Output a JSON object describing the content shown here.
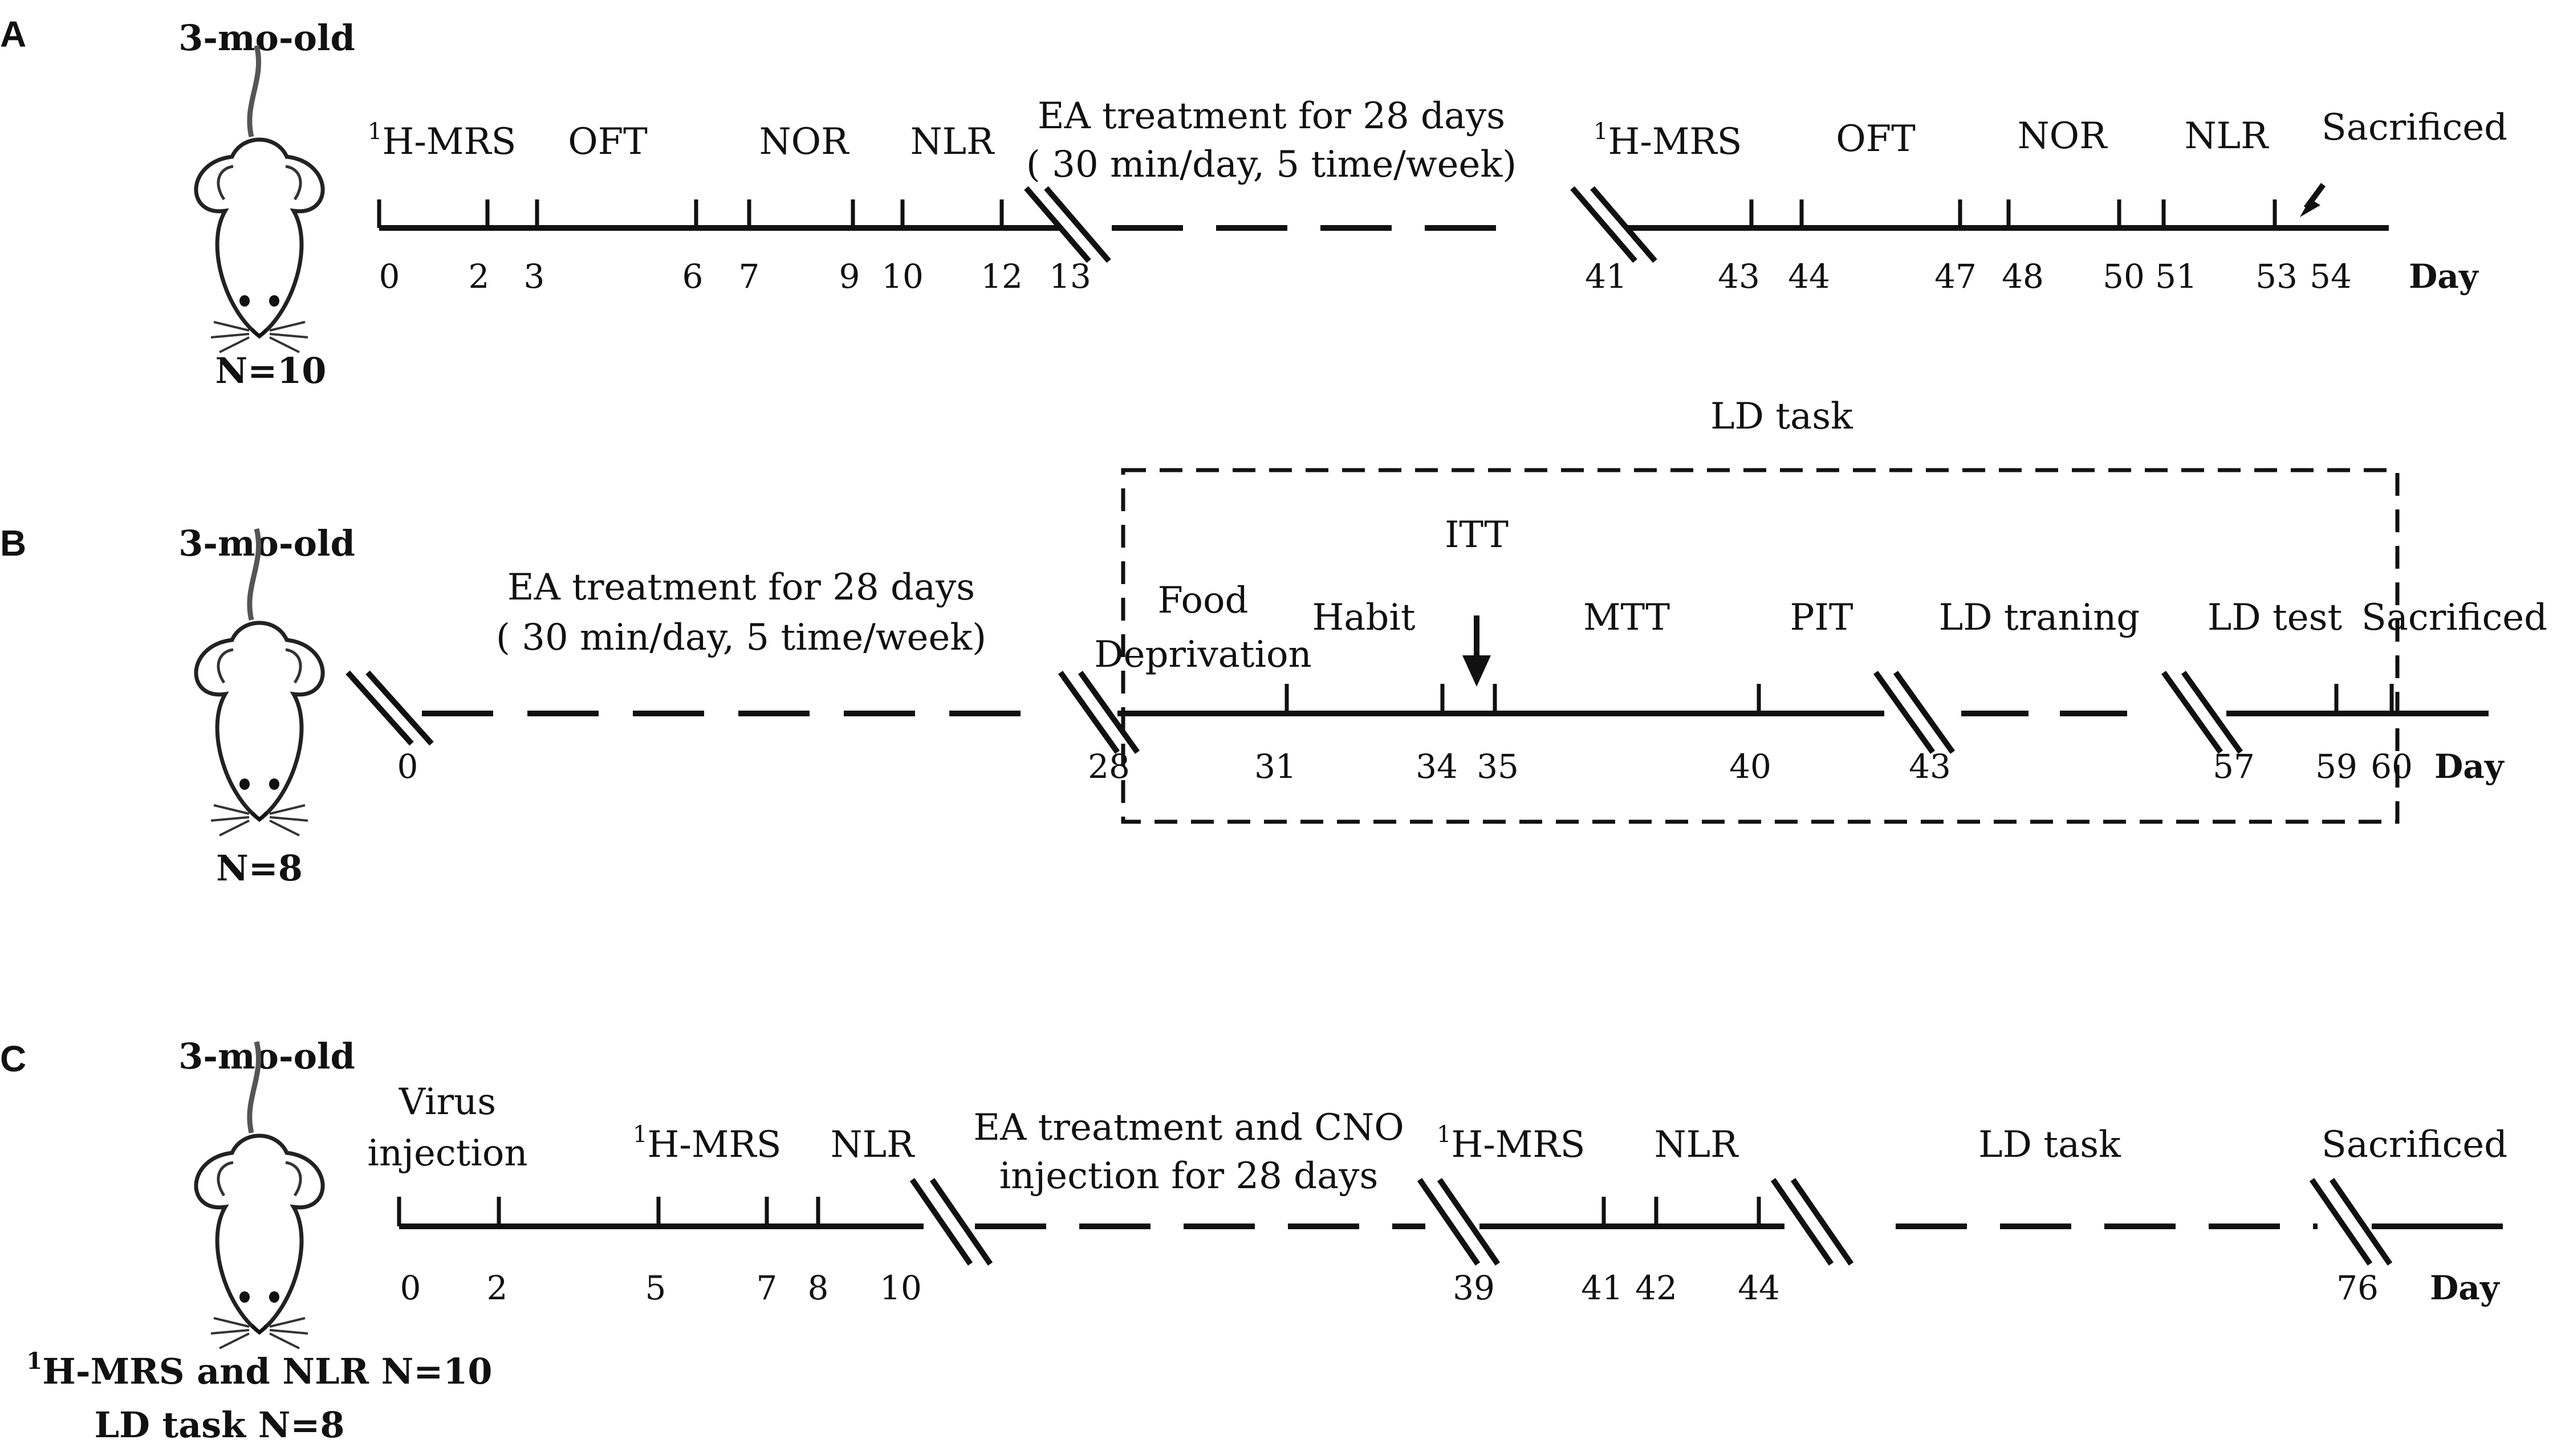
{
  "panels": [
    {
      "letter": "A",
      "age": "3-mo-old",
      "n": [
        "N=10"
      ],
      "activities": [
        {
          "label": "H-MRS",
          "sup": "1"
        },
        {
          "label": "OFT"
        },
        {
          "label": "NOR"
        },
        {
          "label": "NLR"
        },
        {
          "label": "EA treatment  for 28 days"
        },
        {
          "label": "( 30 min/day, 5 time/week)"
        },
        {
          "label": "H-MRS",
          "sup": "1"
        },
        {
          "label": "OFT"
        },
        {
          "label": "NOR"
        },
        {
          "label": "NLR"
        },
        {
          "label": "Sacrificed"
        }
      ],
      "ticks": [
        "0",
        "2",
        "3",
        "6",
        "7",
        "9",
        "10",
        "12",
        "13",
        "41",
        "43",
        "44",
        "47",
        "48",
        "50",
        "51",
        "53",
        "54"
      ],
      "day_label": "Day"
    },
    {
      "letter": "B",
      "age": "3-mo-old",
      "n": [
        "N=8"
      ],
      "box_label": "LD task",
      "activities": [
        {
          "label": "EA treatment  for 28 days"
        },
        {
          "label": "( 30 min/day, 5 time/week)"
        },
        {
          "label": "Food"
        },
        {
          "label": "Deprivation"
        },
        {
          "label": "Habit"
        },
        {
          "label": "ITT"
        },
        {
          "label": "MTT"
        },
        {
          "label": "PIT"
        },
        {
          "label": "LD traning"
        },
        {
          "label": "LD test"
        },
        {
          "label": "Sacrificed"
        }
      ],
      "ticks": [
        "0",
        "28",
        "31",
        "34",
        "35",
        "40",
        "43",
        "57",
        "59",
        "60"
      ],
      "day_label": "Day"
    },
    {
      "letter": "C",
      "age": "3-mo-old",
      "n": [
        {
          "label": "H-MRS and NLR N=10",
          "sup": "1"
        },
        {
          "label": "LD task N=8"
        }
      ],
      "activities": [
        {
          "label": "Virus"
        },
        {
          "label": "injection"
        },
        {
          "label": "H-MRS",
          "sup": "1"
        },
        {
          "label": "NLR"
        },
        {
          "label": "EA treatment  and CNO"
        },
        {
          "label": "injection for 28 days"
        },
        {
          "label": "H-MRS",
          "sup": "1"
        },
        {
          "label": "NLR"
        },
        {
          "label": "LD task"
        },
        {
          "label": "Sacrificed"
        }
      ],
      "ticks": [
        "0",
        "2",
        "5",
        "7",
        "8",
        "10",
        "39",
        "41",
        "42",
        "44",
        "76"
      ],
      "day_label": "Day"
    }
  ]
}
